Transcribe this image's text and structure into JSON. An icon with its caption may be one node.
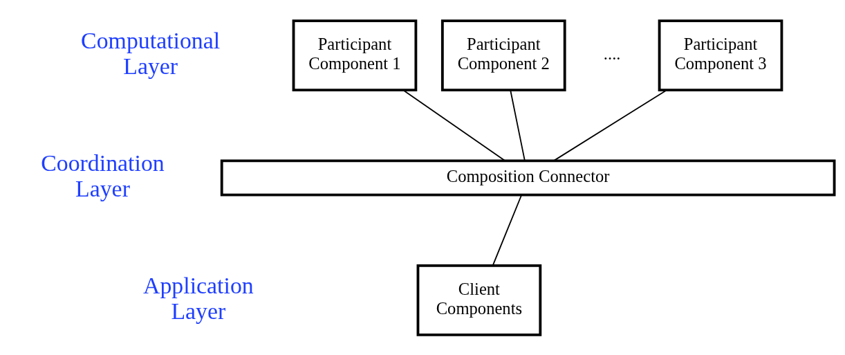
{
  "diagram": {
    "nodes": [
      {
        "text": [
          "Participant Component 1"
        ]
      },
      {
        "text": [
          "Participant Component 2"
        ]
      },
      {
        "text": [
          "Participant Component 3"
        ]
      },
      {
        "text": [
          "Composition Connector"
        ]
      },
      {
        "text": [
          "Client Components"
        ]
      }
    ],
    "edges": [
      {
        "from": 0,
        "to": 3,
        "arrow": "none"
      },
      {
        "from": 1,
        "to": 3,
        "arrow": "none"
      },
      {
        "from": 2,
        "to": 3,
        "arrow": "none"
      },
      {
        "from": 3,
        "to": 4,
        "arrow": "none"
      }
    ],
    "labels": [
      "Computational Layer",
      "Coordination Layer",
      "Application Layer",
      "...."
    ]
  }
}
